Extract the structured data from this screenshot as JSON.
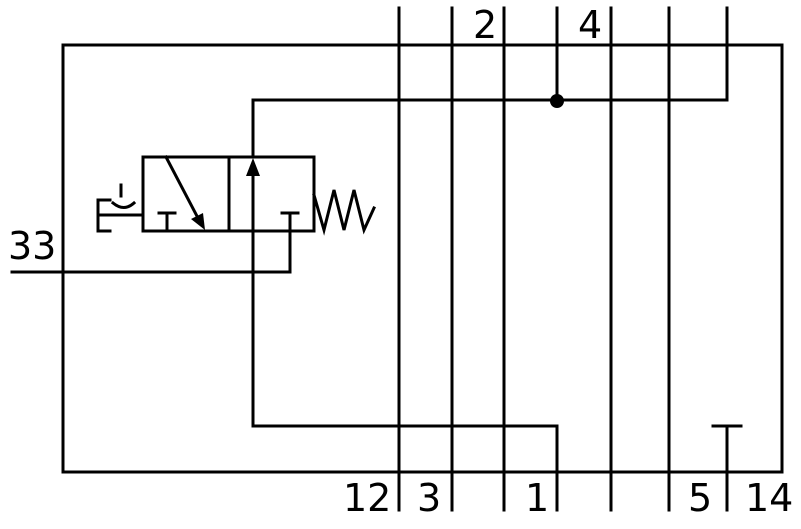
{
  "diagram": {
    "ports": {
      "top_a": "2",
      "top_b": "4",
      "left": "33",
      "bottom_a": "12",
      "bottom_b": "3",
      "bottom_c": "1",
      "bottom_d": "5",
      "bottom_e": "14"
    },
    "colors": {
      "line": "#000000",
      "background": "#ffffff"
    },
    "symbols": [
      "push-button-actuator",
      "spring-return",
      "two-position-valve",
      "junction-dot",
      "exhaust-plug"
    ]
  }
}
